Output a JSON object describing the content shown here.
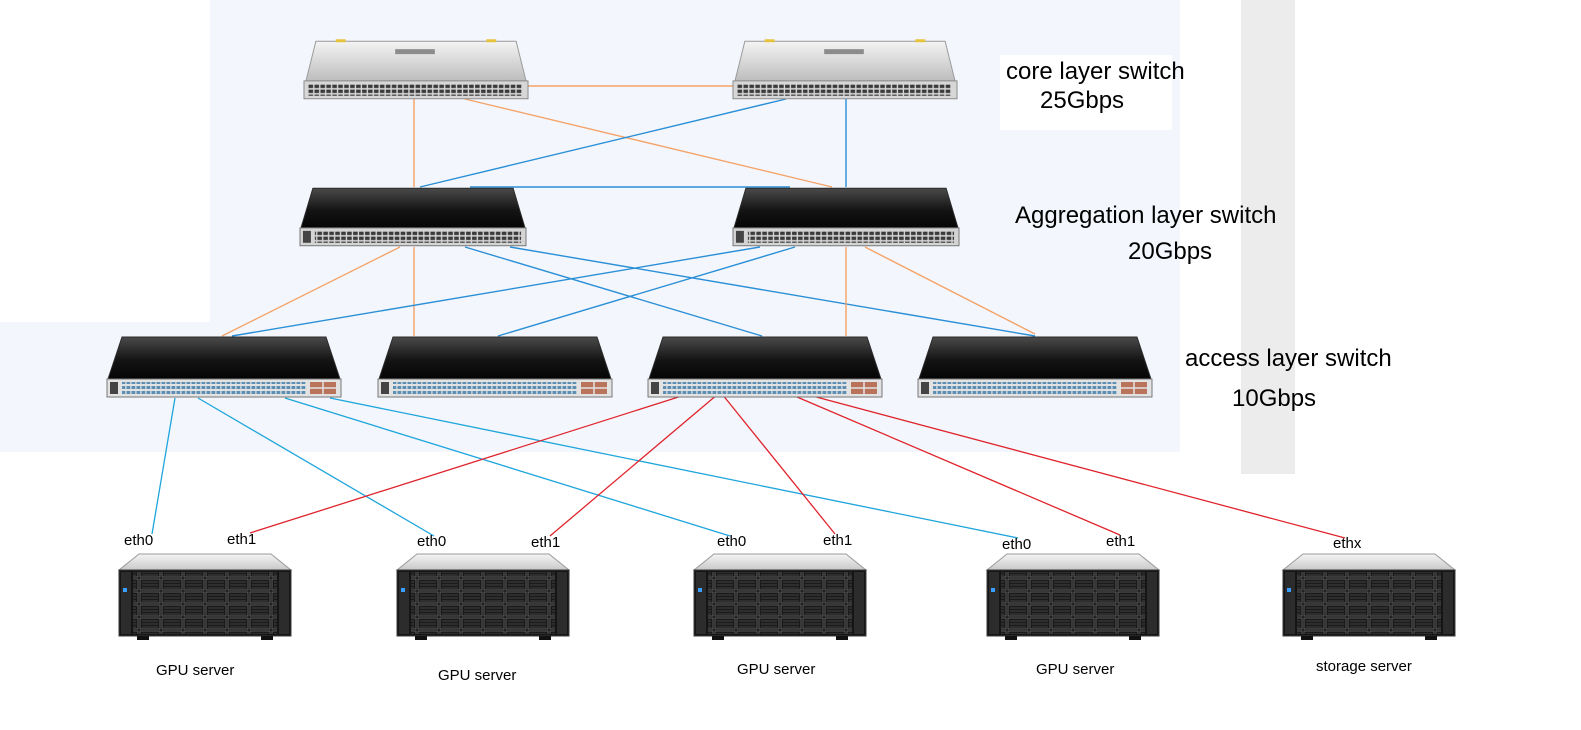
{
  "layers": {
    "core": {
      "name": "core layer switch",
      "speed": "25Gbps"
    },
    "aggregation": {
      "name": "Aggregation layer switch",
      "speed": "20Gbps"
    },
    "access": {
      "name": "access layer switch",
      "speed": "10Gbps"
    }
  },
  "servers": [
    {
      "name": "GPU server",
      "ports": [
        "eth0",
        "eth1"
      ]
    },
    {
      "name": "GPU server",
      "ports": [
        "eth0",
        "eth1"
      ]
    },
    {
      "name": "GPU server",
      "ports": [
        "eth0",
        "eth1"
      ]
    },
    {
      "name": "GPU server",
      "ports": [
        "eth0",
        "eth1"
      ]
    },
    {
      "name": "storage server",
      "ports": [
        "ethx"
      ]
    }
  ],
  "colors": {
    "link_orange": "#f4a46a",
    "link_blue": "#2a8fd6",
    "link_cyan": "#1ea5dc",
    "link_red": "#e0242c",
    "background_panel": "#f3f7fd"
  }
}
